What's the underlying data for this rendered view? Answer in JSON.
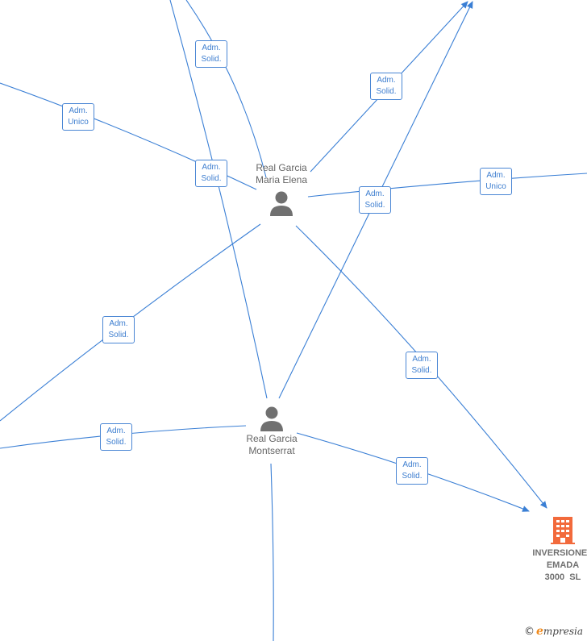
{
  "colors": {
    "edge": "#3a7fd5",
    "label_text": "#3f7fd0",
    "node_text": "#666666",
    "person_icon": "#707070",
    "company_icon": "#f26a3c",
    "brand_accent": "#f08a1c"
  },
  "persons": [
    {
      "id": "maria-elena",
      "name_lines": [
        "Real Garcia",
        "Maria Elena"
      ],
      "icon": "person-icon"
    },
    {
      "id": "montserrat",
      "name_lines": [
        "Real Garcia",
        "Montserrat"
      ],
      "icon": "person-icon"
    }
  ],
  "company": {
    "name_lines": [
      "INVERSIONES",
      "EMADA",
      "3000  SL"
    ],
    "icon": "building-icon"
  },
  "relation_labels": [
    {
      "line1": "Adm.",
      "line2": "Solid."
    },
    {
      "line1": "Adm.",
      "line2": "Unico"
    },
    {
      "line1": "Adm.",
      "line2": "Solid."
    },
    {
      "line1": "Adm.",
      "line2": "Solid."
    },
    {
      "line1": "Adm.",
      "line2": "Solid."
    },
    {
      "line1": "Adm.",
      "line2": "Unico"
    },
    {
      "line1": "Adm.",
      "line2": "Solid."
    },
    {
      "line1": "Adm.",
      "line2": "Solid."
    },
    {
      "line1": "Adm.",
      "line2": "Solid."
    },
    {
      "line1": "Adm.",
      "line2": "Solid."
    }
  ],
  "watermark": {
    "copyright": "©",
    "brand_initial": "e",
    "brand_rest": "mpresia"
  }
}
